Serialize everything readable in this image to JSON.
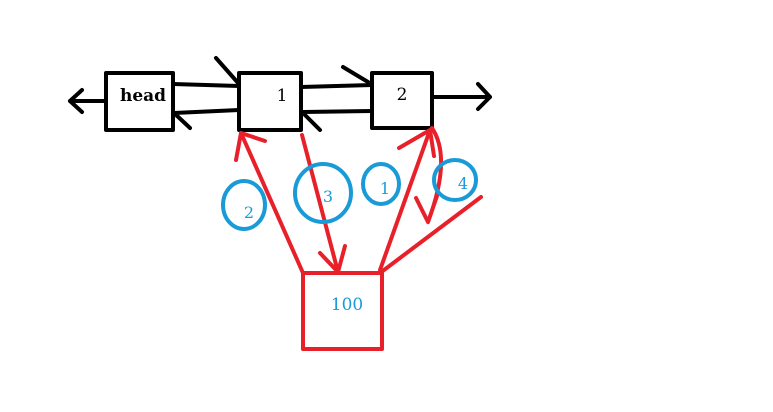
{
  "nodes": {
    "head": "head",
    "n1": "1",
    "n2": "2",
    "new_node": "100"
  },
  "steps": {
    "s1": "1",
    "s2": "2",
    "s3": "3",
    "s4": "4"
  },
  "colors": {
    "list": "#000000",
    "new_links": "#e8202a",
    "step_markers": "#1a9bd7"
  }
}
